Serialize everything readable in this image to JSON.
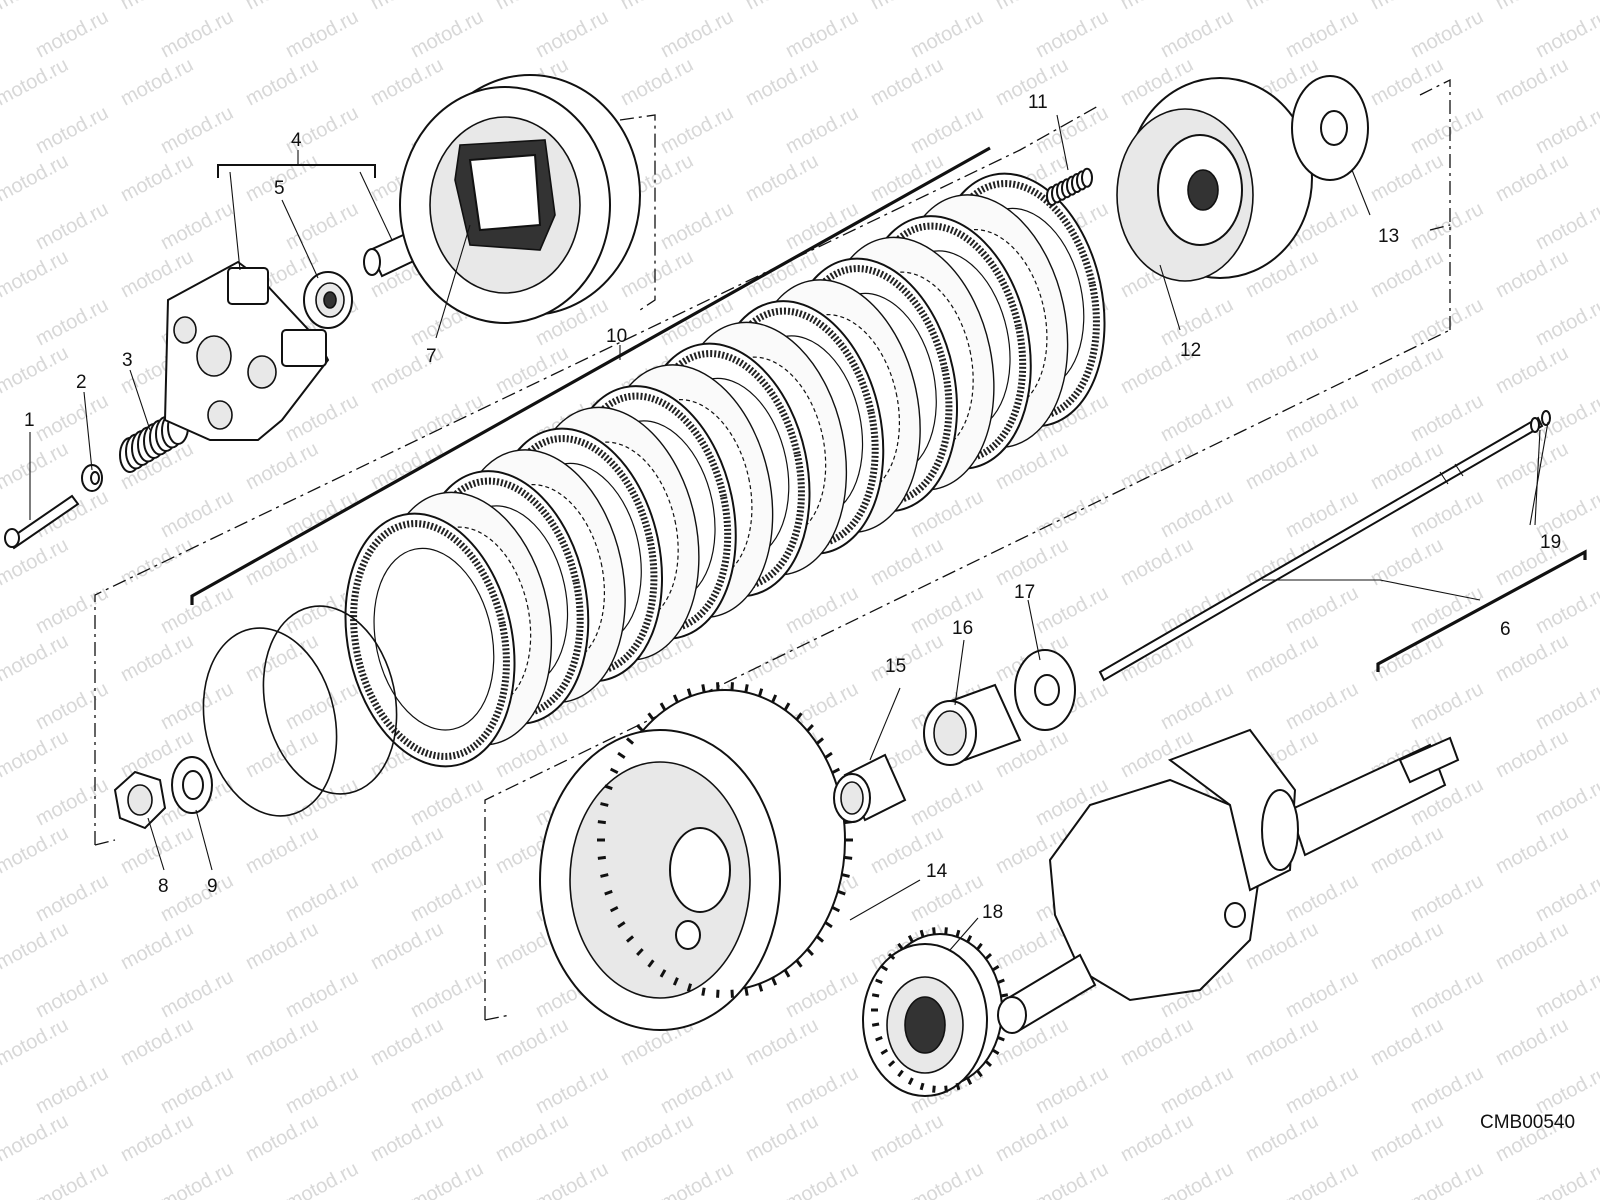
{
  "diagram": {
    "drawing_code": "CMB00540",
    "watermark": "motod.ru",
    "callouts": [
      "1",
      "2",
      "3",
      "4",
      "5",
      "6",
      "7",
      "8",
      "9",
      "10",
      "11",
      "12",
      "13",
      "14",
      "15",
      "16",
      "17",
      "18",
      "19"
    ]
  }
}
